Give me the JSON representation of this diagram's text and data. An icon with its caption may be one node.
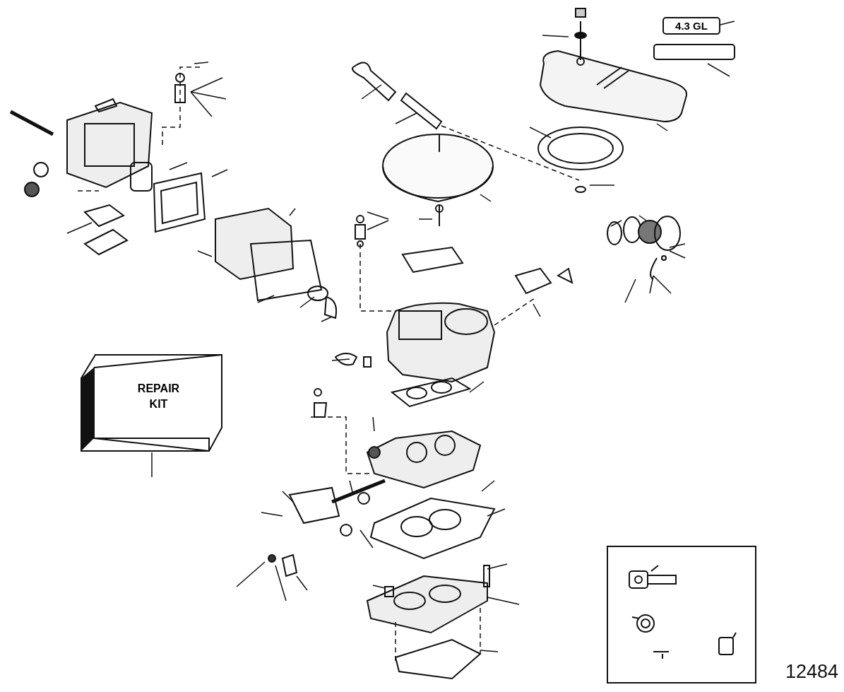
{
  "diagram": {
    "nodes": [
      {
        "text": [
          "4.3 GL"
        ]
      },
      {
        "text": [],
        "shape": "box"
      },
      {
        "text": [
          "REPAIR KIT"
        ]
      }
    ],
    "labels": [
      "12484"
    ]
  }
}
